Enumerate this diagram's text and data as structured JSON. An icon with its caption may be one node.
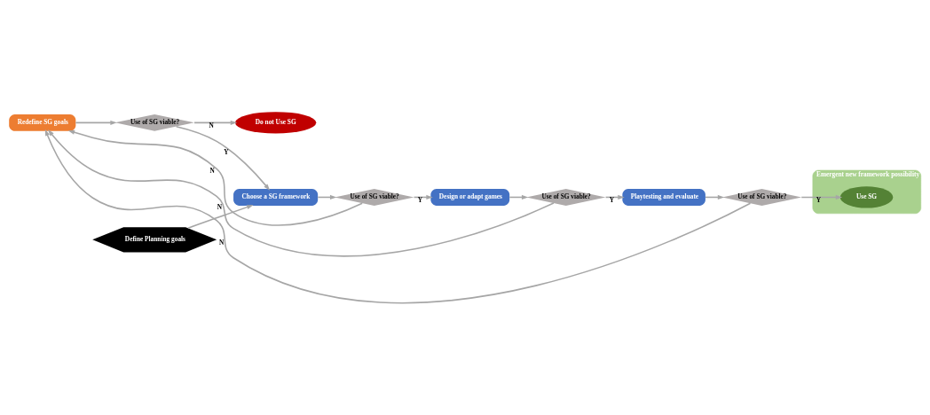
{
  "diagram": {
    "nodes": [
      {
        "text": [
          "Redefine SG goals"
        ]
      },
      {
        "text": [
          "Use of SG viable?"
        ]
      },
      {
        "text": [
          "Do not Use SG"
        ]
      },
      {
        "text": [
          "Define Planning goals"
        ]
      },
      {
        "text": [
          "Choose a SG framework"
        ]
      },
      {
        "text": [
          "Use of SG viable?"
        ]
      },
      {
        "text": [
          "Design or adapt games"
        ]
      },
      {
        "text": [
          "Use of SG viable?"
        ]
      },
      {
        "text": [
          "Playtesting and evaluate"
        ]
      },
      {
        "text": [
          "Use of SG viable?"
        ]
      },
      {
        "text": [
          "Emergent new framework possibility"
        ]
      },
      {
        "text": [
          "Use SG"
        ],
        "in": 10
      }
    ],
    "edges": [
      {
        "from": 0,
        "to": 1,
        "arrow": "to"
      },
      {
        "from": 1,
        "to": 2,
        "arrow": "to",
        "label": "N"
      },
      {
        "from": 1,
        "to": 4,
        "arrow": "to",
        "label": "Y"
      },
      {
        "from": 3,
        "to": 4,
        "arrow": "to"
      },
      {
        "from": 4,
        "to": 5,
        "arrow": "to"
      },
      {
        "from": 5,
        "to": 6,
        "arrow": "to",
        "label": "Y"
      },
      {
        "from": 5,
        "to": 0,
        "arrow": "to",
        "label": "N"
      },
      {
        "from": 6,
        "to": 7,
        "arrow": "to"
      },
      {
        "from": 7,
        "to": 8,
        "arrow": "to",
        "label": "Y"
      },
      {
        "from": 7,
        "to": 0,
        "arrow": "to",
        "label": "N"
      },
      {
        "from": 8,
        "to": 9,
        "arrow": "to"
      },
      {
        "from": 9,
        "to": 0,
        "arrow": "to",
        "label": "N"
      },
      {
        "from": 9,
        "to": 11,
        "arrow": "to",
        "label": "Y"
      }
    ]
  }
}
